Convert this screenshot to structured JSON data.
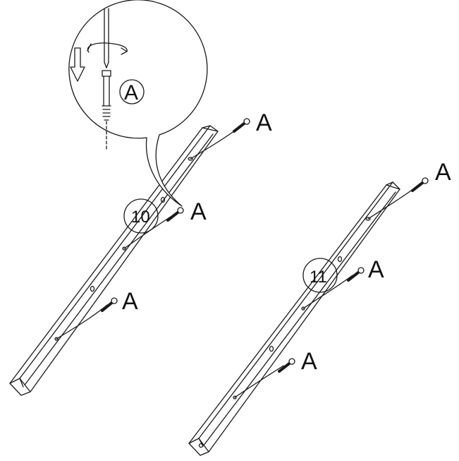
{
  "labels": {
    "part": "A",
    "step_left": "10",
    "step_right": "11",
    "detail_part": "A"
  },
  "colors": {
    "line": "#1a1a1a",
    "background": "#ffffff"
  },
  "icons": [
    "rotate-arrow-icon",
    "down-arrow-icon",
    "cam-bolt-icon",
    "screwdriver-icon"
  ]
}
